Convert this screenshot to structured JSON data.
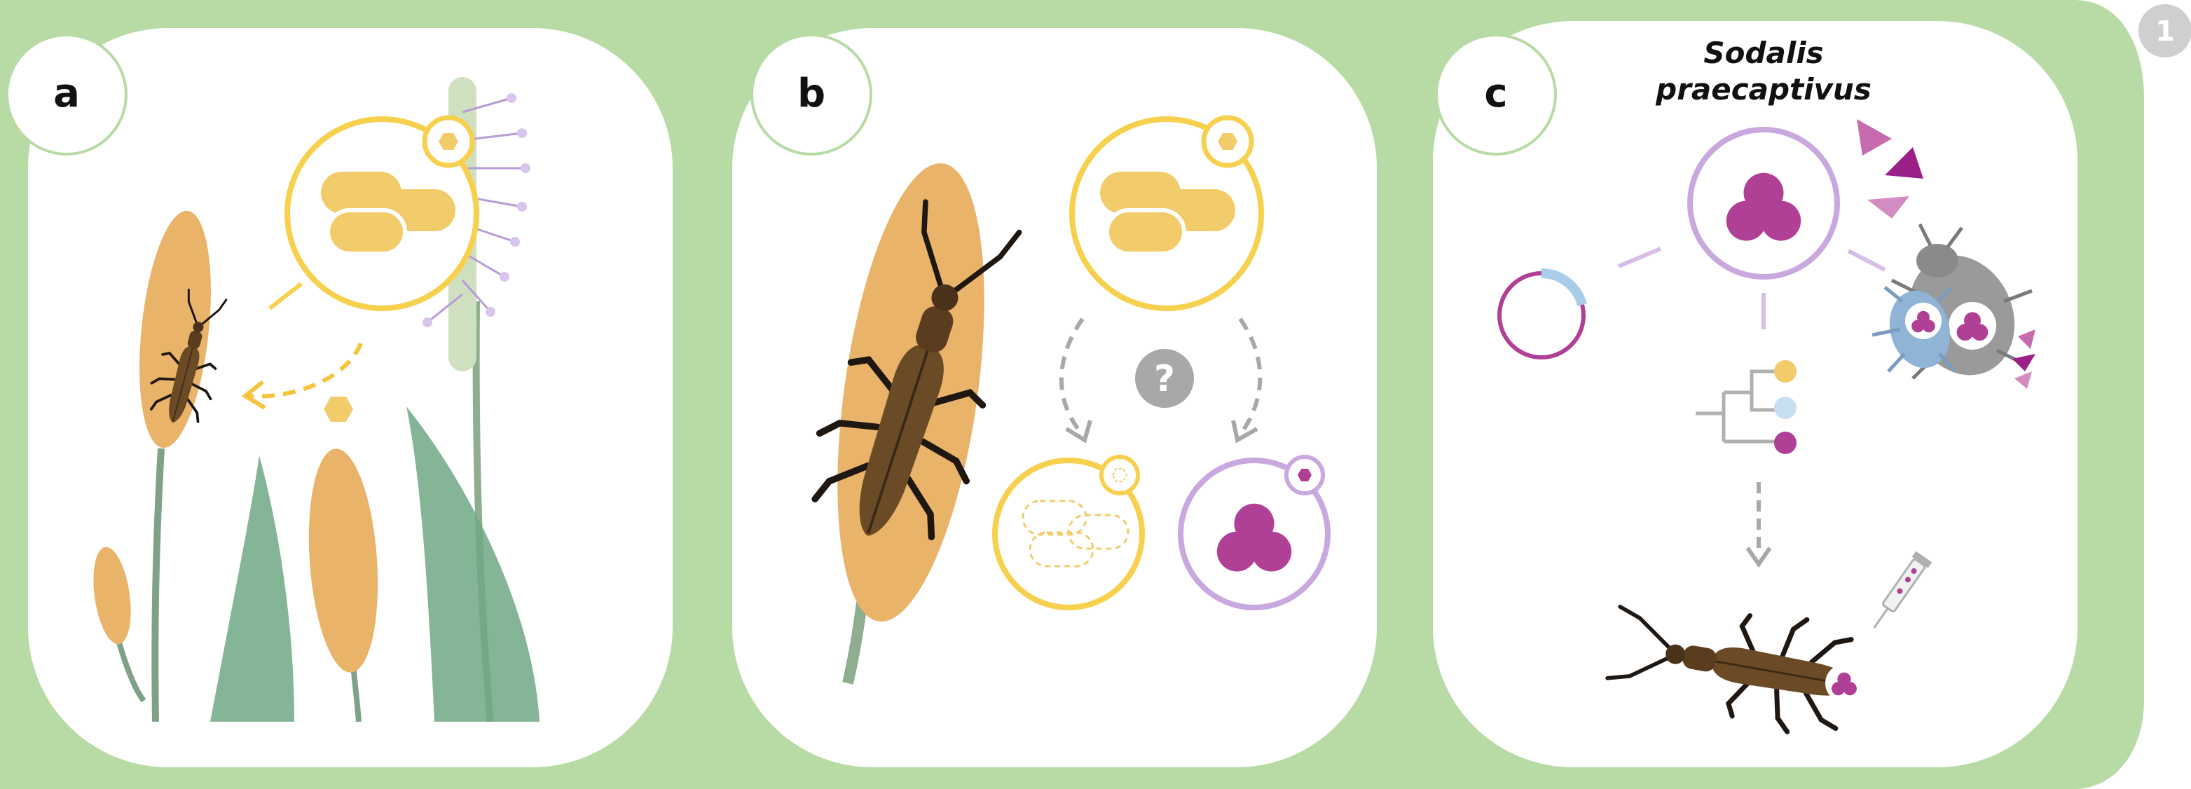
{
  "figure": {
    "corner_number": "1",
    "panels": [
      {
        "letter": "a"
      },
      {
        "letter": "b"
      },
      {
        "letter": "c",
        "species_line1": "Sodalis",
        "species_line2": "praecaptivus"
      }
    ],
    "unknown_marker": "?"
  },
  "colors": {
    "background_green": "#b8dba5",
    "symbiont_yellow": "#f2cc6a",
    "ring_yellow": "#f7d04e",
    "sodalis_magenta": "#b03f96",
    "ring_lilac": "#c9a8e0",
    "arrow_gray": "#a8a8a8",
    "plasmid_blue": "#a9cce8",
    "beetle_brown": "#6b4a26",
    "grain_orange": "#e9b36a",
    "leaf_green": "#6fa884"
  },
  "icons": [
    "hexagon-nutrient-icon",
    "question-mark-icon",
    "tree-phylogeny-icon",
    "syringe-icon",
    "plasmid-icon"
  ]
}
